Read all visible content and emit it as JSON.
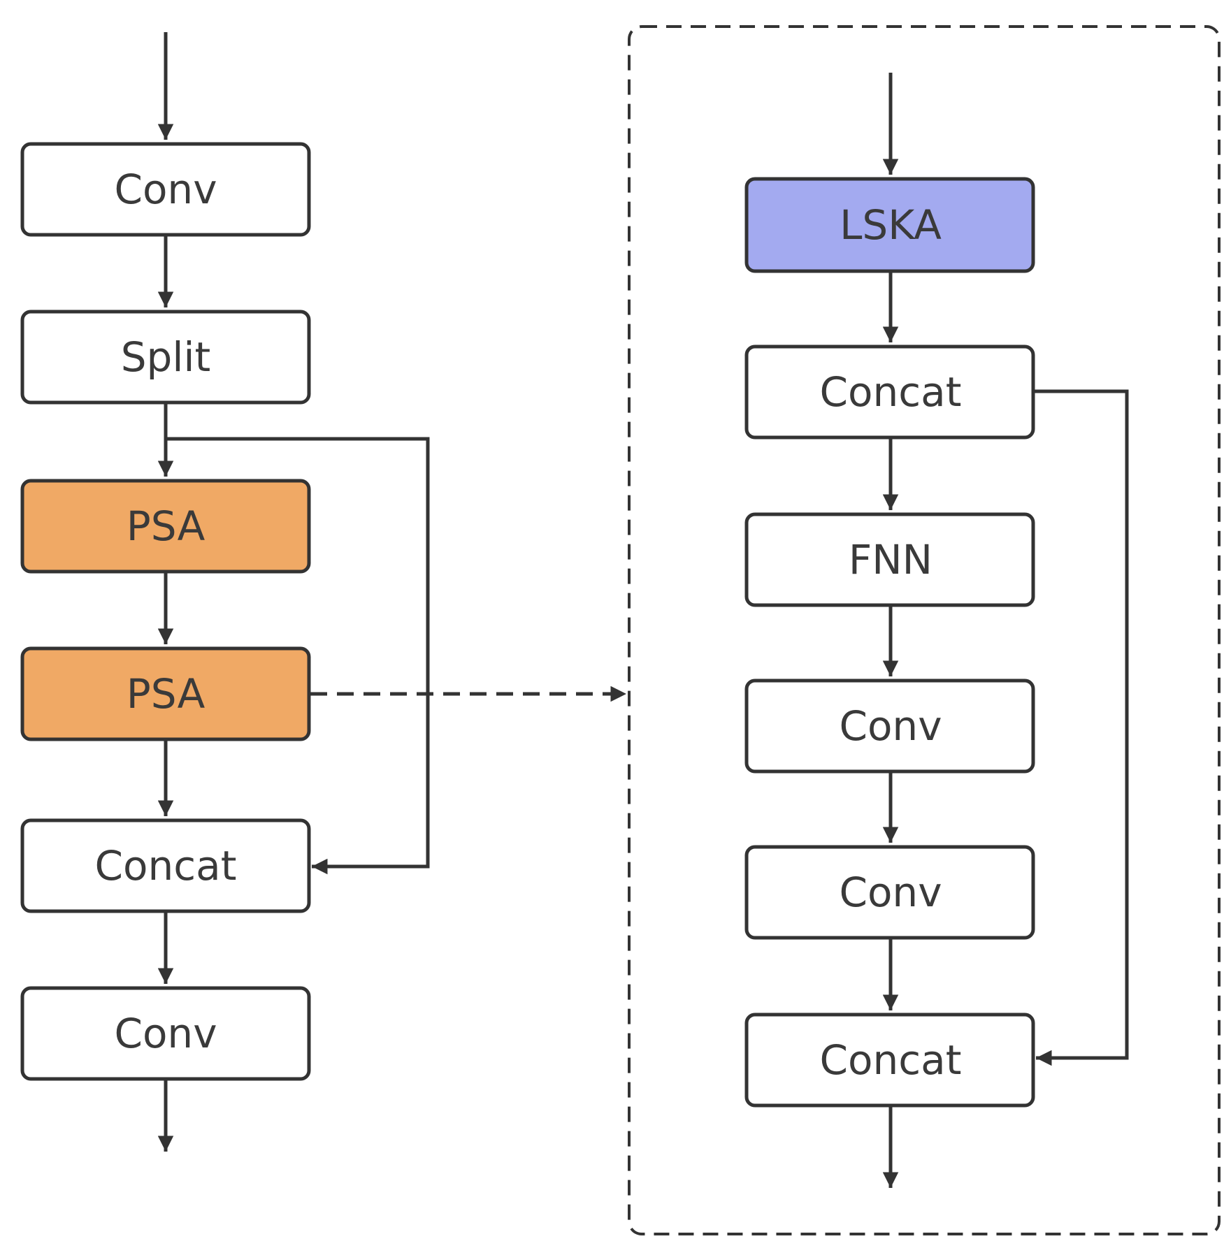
{
  "colors": {
    "stroke": "#333333",
    "box_fill": "#ffffff",
    "psa_fill": "#f0a965",
    "lska_fill": "#a3aaf0",
    "text": "#3a3a3a"
  },
  "left_column": {
    "conv_top": "Conv",
    "split": "Split",
    "psa_1": "PSA",
    "psa_2": "PSA",
    "concat": "Concat",
    "conv_bottom": "Conv"
  },
  "right_panel": {
    "lska": "LSKA",
    "concat_top": "Concat",
    "fnn": "FNN",
    "conv_1": "Conv",
    "conv_2": "Conv",
    "concat_bottom": "Concat"
  }
}
